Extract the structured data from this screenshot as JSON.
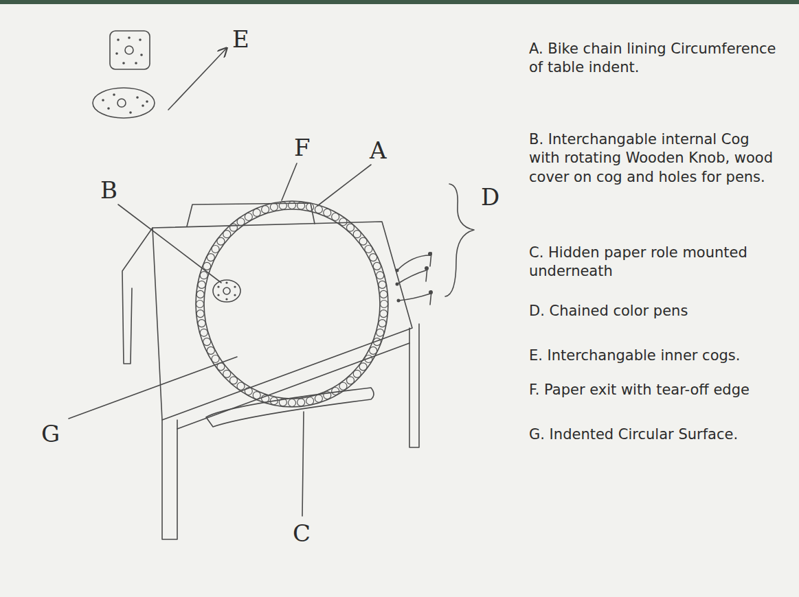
{
  "diagram": {
    "labels": [
      "E",
      "F",
      "A",
      "B",
      "D",
      "G",
      "C",
      "A. Bike chain lining Circumference of table indent.",
      "B. Interchangable internal Cog with rotating Wooden Knob, wood cover on cog and holes for pens.",
      "C. Hidden paper role mounted underneath",
      "D. Chained color pens",
      "E. Interchangable inner cogs.",
      "F. Paper exit with tear-off edge",
      "G. Indented Circular Surface."
    ]
  }
}
